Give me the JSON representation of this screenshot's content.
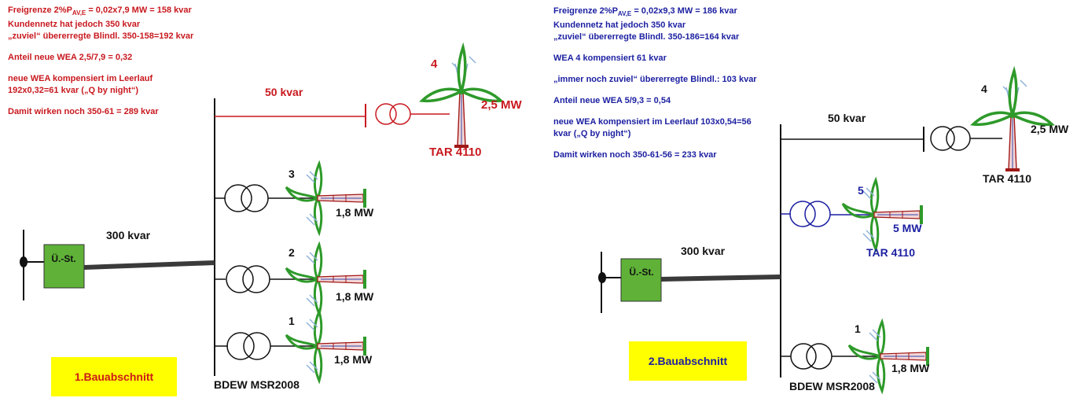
{
  "colors": {
    "red": "#c8191f",
    "blue": "#1b1fa0",
    "black": "#111111",
    "substation_green": "#5fb237",
    "stage_box_yellow": "#ffff00",
    "turbine_green": "#2e9a2a"
  },
  "left_panel": {
    "notes": {
      "line1_prefix": "Freigrenze 2%P",
      "line1_sub": "AV,E",
      "line1_suffix": " = 0,02x7,9 MW = 158 kvar",
      "line2": "Kundennetz hat jedoch 350 kvar",
      "line3": "„zuviel“ übererregte Blindl. 350-158=192 kvar",
      "line4": "Anteil neue WEA 2,5/7,9 = 0,32",
      "line5": "neue WEA kompensiert im Leerlauf",
      "line6": "192x0,32=61 kvar („Q by night“)",
      "line7": "Damit wirken noch 350-61 = 289 kvar"
    },
    "stage_label": "1.Bauabschnitt",
    "busbar_label": "BDEW MSR2008",
    "substation_label": "Ü.-St.",
    "feeder_label": "300 kvar",
    "new_line_label": "50 kvar",
    "new_turbine": {
      "number": "4",
      "power": "2,5 MW",
      "type": "TAR 4110"
    },
    "turbines": [
      {
        "number": "3",
        "power": "1,8 MW"
      },
      {
        "number": "2",
        "power": "1,8 MW"
      },
      {
        "number": "1",
        "power": "1,8 MW"
      }
    ]
  },
  "right_panel": {
    "notes": {
      "line1_prefix": "Freigrenze 2%P",
      "line1_sub": "AV,E",
      "line1_suffix": " = 0,02x9,3 MW = 186 kvar",
      "line2": "Kundennetz hat jedoch 350 kvar",
      "line3": "„zuviel“ übererregte Blindl. 350-186=164 kvar",
      "line4": "WEA 4 kompensiert 61 kvar",
      "line5": "„immer noch zuviel“ übererregte Blindl.: 103 kvar",
      "line6": "Anteil neue WEA 5/9,3 = 0,54",
      "line7": "neue WEA kompensiert im Leerlauf 103x0,54=56",
      "line8": "kvar („Q by night“)",
      "line9": "Damit wirken noch 350-61-56 = 233 kvar"
    },
    "stage_label": "2.Bauabschnitt",
    "busbar_label": "BDEW MSR2008",
    "substation_label": "Ü.-St.",
    "feeder_label": "300 kvar",
    "line_label": "50 kvar",
    "turbine_4": {
      "number": "4",
      "power": "2,5 MW",
      "type": "TAR 4110"
    },
    "new_turbine": {
      "number": "5",
      "power": "5 MW",
      "type": "TAR 4110"
    },
    "turbine_1": {
      "number": "1",
      "power": "1,8 MW"
    }
  }
}
